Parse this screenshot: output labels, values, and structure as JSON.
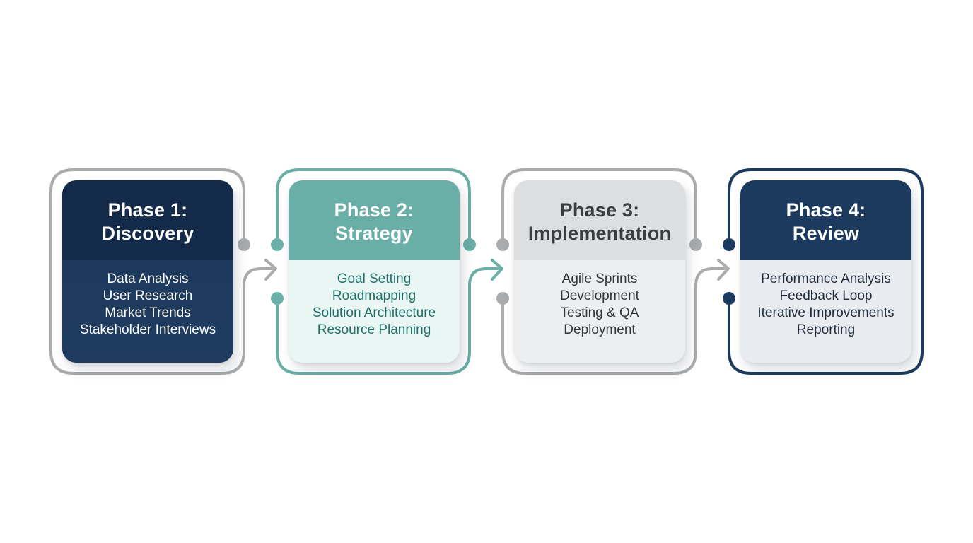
{
  "diagram": {
    "phases": [
      {
        "title_line1": "Phase 1:",
        "title_line2": "Discovery",
        "items": [
          "Data Analysis",
          "User Research",
          "Market Trends",
          "Stakeholder Interviews"
        ]
      },
      {
        "title_line1": "Phase 2:",
        "title_line2": "Strategy",
        "items": [
          "Goal Setting",
          "Roadmapping",
          "Solution Architecture",
          "Resource Planning"
        ]
      },
      {
        "title_line1": "Phase 3:",
        "title_line2": "Implementation",
        "items": [
          "Agile Sprints",
          "Development",
          "Testing & QA",
          "Deployment"
        ]
      },
      {
        "title_line1": "Phase 4:",
        "title_line2": "Review",
        "items": [
          "Performance Analysis",
          "Feedback Loop",
          "Iterative Improvements",
          "Reporting"
        ]
      }
    ],
    "colors": {
      "navy": "#132a48",
      "teal": "#6aaea8",
      "grey": "#a9abad",
      "navy_outline": "#1c3a5e"
    }
  }
}
